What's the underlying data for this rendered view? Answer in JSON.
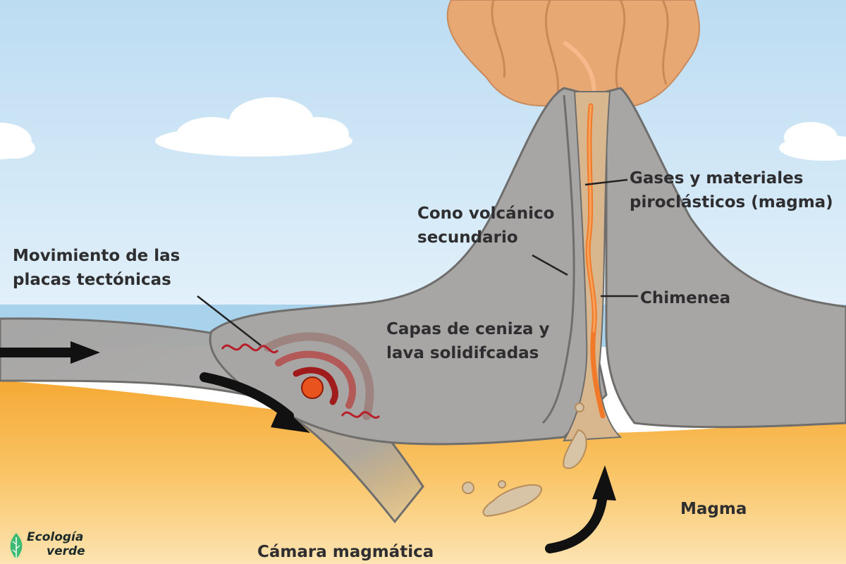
{
  "labels": {
    "movimiento_line1": "Movimiento de las",
    "movimiento_line2": "placas tectónicas",
    "cono_line1": "Cono volcánico",
    "cono_line2": "secundario",
    "gases_line1": "Gases y materiales",
    "gases_line2": "piroclásticos (magma)",
    "chimenea": "Chimenea",
    "capas_line1": "Capas de ceniza y",
    "capas_line2": "lava solidifcadas",
    "magma": "Magma",
    "camara": "Cámara magmática"
  },
  "logo": {
    "line1": "Ecología",
    "line2": "verde"
  },
  "colors": {
    "sky": "#cfe6f5",
    "sea": "#a9d3ec",
    "rock": "#a7a6a5",
    "magma_top": "#f9b94e",
    "magma_bottom": "#fcd99a",
    "lava": "#f07a2a",
    "smoke": "#e8a97a",
    "arrow": "#111111",
    "wave_dark": "#a01c1c",
    "logo_green": "#3dbb73"
  },
  "icons": [
    "leaf-icon"
  ]
}
